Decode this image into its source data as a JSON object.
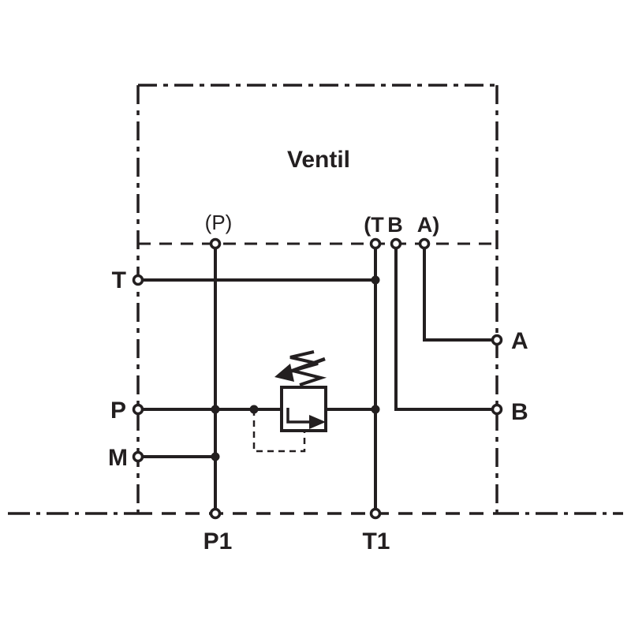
{
  "diagram": {
    "title": "Ventil",
    "interface_labels": {
      "p": "(P)",
      "t_open": "(T",
      "b": "B",
      "a_close": "A)"
    },
    "ports": {
      "t": "T",
      "p": "P",
      "m": "M",
      "a": "A",
      "b": "B",
      "p1": "P1",
      "t1": "T1"
    }
  },
  "colors": {
    "line": "#231f20",
    "background": "#ffffff"
  }
}
